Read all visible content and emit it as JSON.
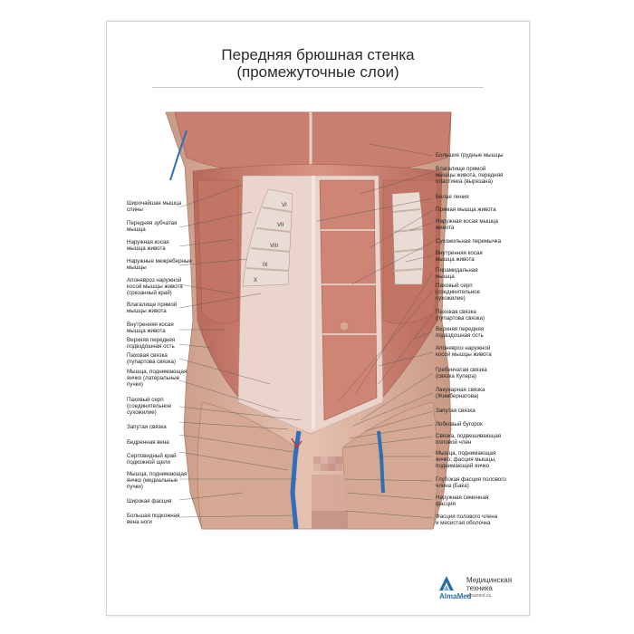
{
  "poster": {
    "title_line1": "Передняя брюшная стенка",
    "title_line2": "(промежуточные слои)"
  },
  "labels_left": [
    "Широчайшая мышца\nспины",
    "Передняя зубчатая\nмышца",
    "Наружная косая\nмышца живота",
    "Наружные межреберные\nмышцы",
    "Апоневроз наружной\nкосой мышцы живота\n(срезанный край)",
    "Влагалище прямой\nмышцы живота",
    "Внутренняя косая\nмышца живота",
    "Верхняя передняя\nподвздошная ость",
    "Паховая связка\n(пупартова связка)",
    "Мышца, поднимающая\nяичко (латеральные\nпучки)",
    "Паховый серп\n(соединительное\nсухожилие)",
    "Запутая связка",
    "Бедренная вена",
    "Серповидный край\nподкожной щели",
    "Мышца, поднимающая\nяичко (медиальные\nпучки)",
    "Широкая фасция",
    "Большая подкожная\nвена ноги"
  ],
  "labels_right": [
    "Большие грудные мышцы",
    "Влагалище прямой\nмышцы живота, передняя\nпластинка (вырезана)",
    "Белая линия",
    "Прямая мышца живота",
    "Наружная косая мышца\nживота",
    "Сухожильная перемычка",
    "Внутренняя косая\nмышца живота",
    "Пирамидальная\nмышца",
    "Паховый серп\n(соединительное\nсухожилие)",
    "Паховая связка\n(пупартова связка)",
    "Верхняя передняя\nподвздошная ость",
    "Апоневроз наружной\nкосой мышцы живота",
    "Гребенчатая связка\n(связка Купера)",
    "Лакунарная связка\n(Жимбернатова)",
    "Запутая связка",
    "Лобковый бугорок",
    "Связка, подвешивающая\nполовой член",
    "Мышца, поднимающая\nяичко; фасция мышцы,\nподнимающей яичко",
    "Глубокая фасция полового\nчлена (Бака)",
    "Наружная семенная\nфасция",
    "Фасция полового члена\nи мясистая оболочка"
  ],
  "rib_numbers": [
    "VI",
    "VII",
    "VIII",
    "IX",
    "X"
  ],
  "logo": {
    "brand": "AlmaMed",
    "company_line1": "Медицинская",
    "company_line2": "техника",
    "website": "almamed.su"
  }
}
